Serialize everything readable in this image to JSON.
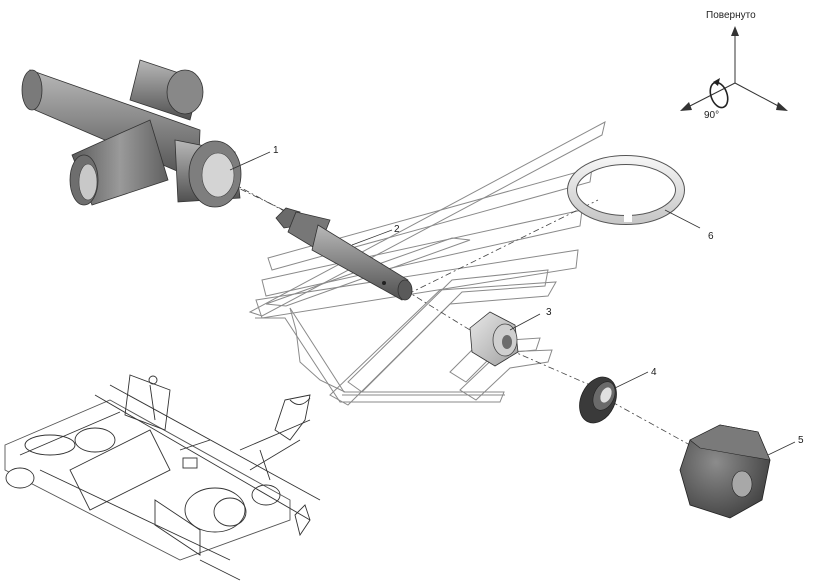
{
  "orientation": {
    "label": "Повернуто",
    "angle": "90°"
  },
  "callouts": [
    {
      "id": "1",
      "name": "callout-1-tee-body"
    },
    {
      "id": "2",
      "name": "callout-2-pin"
    },
    {
      "id": "3",
      "name": "callout-3-bushing"
    },
    {
      "id": "4",
      "name": "callout-4-washer"
    },
    {
      "id": "5",
      "name": "callout-5-nut"
    },
    {
      "id": "6",
      "name": "callout-6-snap-ring"
    }
  ],
  "colors": {
    "part_fill": "#8e8e8e",
    "part_dark": "#5c5c5c",
    "part_light": "#c4c4c4",
    "watermark_line": "#7a7a7a",
    "leader": "#333333"
  }
}
